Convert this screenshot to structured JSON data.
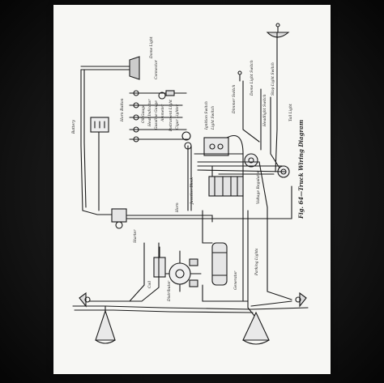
{
  "diagram": {
    "title": "Fig. 64—Truck Wiring Diagram",
    "labels": {
      "battery": "Battery",
      "starter": "Starter",
      "generator": "Generator",
      "distributor": "Distributor",
      "coil": "Coil",
      "horn": "Horn",
      "ammeter": "Ammeter",
      "gasoline_gauge": "Gasoline Gauge",
      "ignition_switch": "Ignition Switch",
      "cigar_lighter": "Cigar Lighter",
      "dome_light": "Dome Light",
      "dome_light_switch": "Dome Light Switch",
      "headlight_switch": "Headlight Switch",
      "horn_button": "Horn Button",
      "light_switch": "Light Switch",
      "stop_light_switch": "Stop Light Switch",
      "tail_light": "Tail Light",
      "instrument_light": "Instrument Light",
      "oil_gauge": "Oil Gauge",
      "heat_indicator": "Heat Indicator",
      "junction_block": "Junction Block",
      "voltage_regulator": "Voltage Regulator",
      "parking_lights": "Parking Lights",
      "dimmer_switch": "Dimmer Switch",
      "connector": "Connector"
    }
  }
}
